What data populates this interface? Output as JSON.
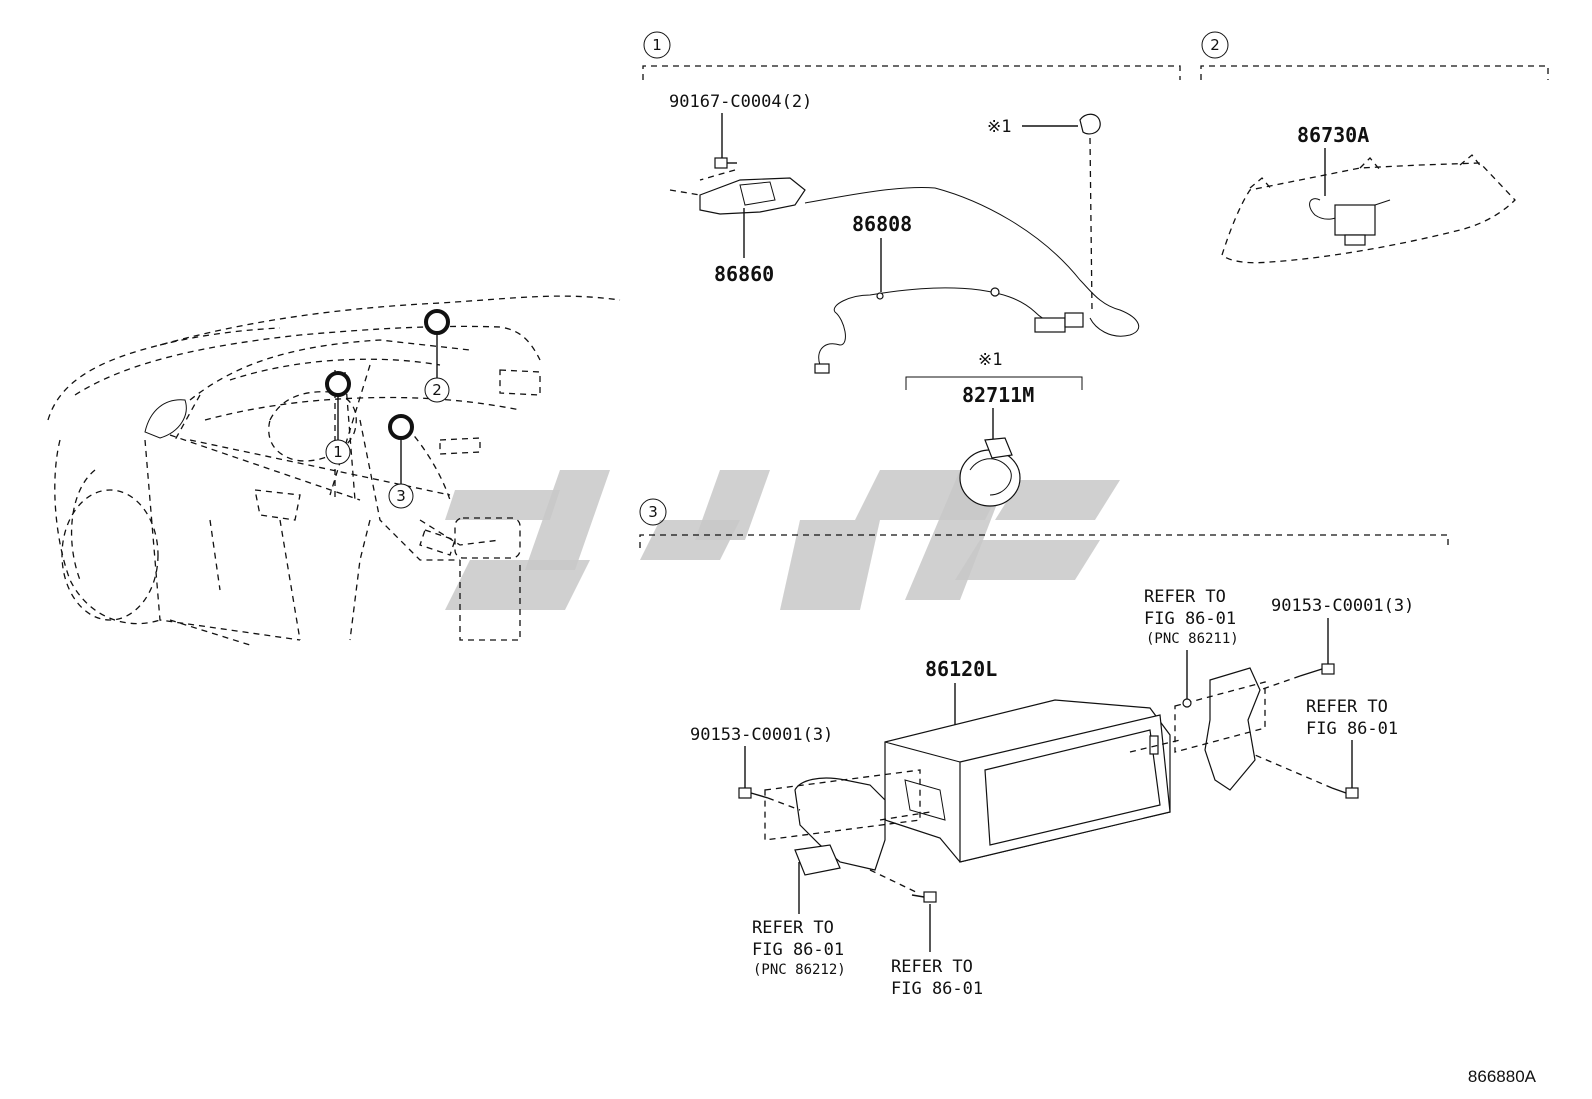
{
  "groups": [
    {
      "id": "1",
      "label": "1"
    },
    {
      "id": "2",
      "label": "2"
    },
    {
      "id": "3",
      "label": "3"
    }
  ],
  "locator_callouts": [
    "1",
    "2",
    "3"
  ],
  "parts": {
    "bolt_90167": "90167-C0004(2)",
    "bracket_86860": "86860",
    "wire_86808": "86808",
    "note_mark_1": "※1",
    "note_mark_2": "※1",
    "clip_82711M": "82711M",
    "speaker_86730A": "86730A",
    "display_86120L": "86120L",
    "bolt_90153_left": "90153-C0001(3)",
    "bolt_90153_right": "90153-C0001(3)"
  },
  "references": {
    "ref_upper_right_1": "REFER TO",
    "ref_upper_right_2": "FIG 86-01",
    "ref_upper_right_3": "(PNC 86211)",
    "ref_right_1": "REFER TO",
    "ref_right_2": "FIG 86-01",
    "ref_lower_left_1": "REFER TO",
    "ref_lower_left_2": "FIG 86-01",
    "ref_lower_left_3": "(PNC 86212)",
    "ref_lower_mid_1": "REFER TO",
    "ref_lower_mid_2": "FIG 86-01"
  },
  "diagram_id": "866880A"
}
